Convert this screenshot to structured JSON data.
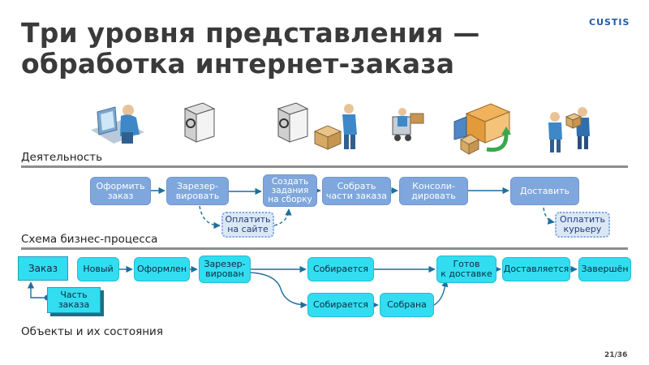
{
  "title": {
    "line1": "Три уровня представления —",
    "line2": "обработка интернет-заказа"
  },
  "logo": "CUSTIS",
  "sections": {
    "activity": "Деятельность",
    "process": "Схема бизнес-процесса",
    "objects": "Объекты и их состояния"
  },
  "activity_steps": {
    "order": {
      "l1": "Оформить",
      "l2": "заказ"
    },
    "reserve": {
      "l1": "Зарезер-",
      "l2": "вировать"
    },
    "pay_site": {
      "l1": "Оплатить",
      "l2": "на сайте"
    },
    "task": {
      "l1": "Создать",
      "l2": "задания",
      "l3": "на сборку"
    },
    "collect": {
      "l1": "Собрать",
      "l2": "части заказа"
    },
    "consolidate": {
      "l1": "Консоли-",
      "l2": "дировать"
    },
    "deliver": {
      "l1": "Доставить"
    },
    "pay_courier": {
      "l1": "Оплатить",
      "l2": "курьеру"
    }
  },
  "states": {
    "order_obj": "Заказ",
    "new": "Новый",
    "formed": "Оформлен",
    "reserved": {
      "l1": "Зарезер-",
      "l2": "вирован"
    },
    "collecting_top": "Собирается",
    "ready": {
      "l1": "Готов",
      "l2": "к доставке"
    },
    "delivering": "Доставляется",
    "done": "Завершён",
    "collecting_bottom": "Собирается",
    "collected": "Собрана",
    "part_obj": {
      "l1": "Часть",
      "l2": "заказа"
    }
  },
  "icons": [
    "operator-at-computer-icon",
    "server-icon",
    "server-icon",
    "worker-packing-box-icon",
    "forklift-worker-icon",
    "delivery-truck-icon",
    "courier-handing-package-icon"
  ],
  "colors": {
    "activity": "#7fa7dd",
    "state": "#33ddf0",
    "arrow": "#1f6f9a",
    "title": "#3a3a3a"
  },
  "page": "21/36"
}
